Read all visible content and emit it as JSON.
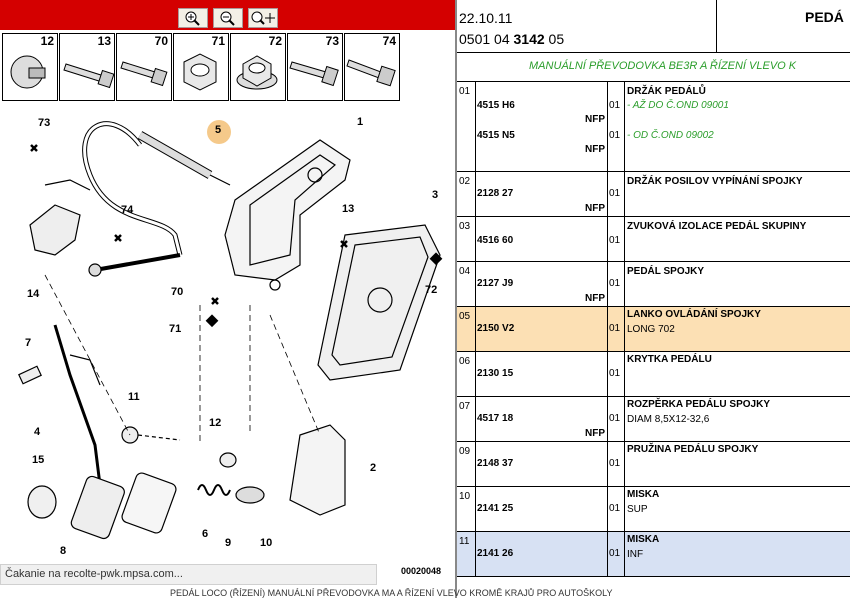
{
  "toolbar": {
    "buttons": [
      "zoom-in-icon",
      "zoom-out-icon",
      "zoom-pan-icon"
    ]
  },
  "parts_strip": [
    {
      "num": "12",
      "icon": "cap-nut-icon"
    },
    {
      "num": "13",
      "icon": "bolt-icon"
    },
    {
      "num": "70",
      "icon": "flange-bolt-icon"
    },
    {
      "num": "71",
      "icon": "hex-nut-icon"
    },
    {
      "num": "72",
      "icon": "flange-nut-icon"
    },
    {
      "num": "73",
      "icon": "bolt-icon"
    },
    {
      "num": "74",
      "icon": "flange-bolt-icon"
    }
  ],
  "diagram": {
    "labels": [
      "73",
      "5",
      "1",
      "74",
      "13",
      "3",
      "14",
      "72",
      "70",
      "71",
      "7",
      "4",
      "11",
      "12",
      "2",
      "15",
      "8",
      "6",
      "9",
      "10"
    ],
    "ref_code": "00020048"
  },
  "status": "Čakanie na recolte-pwk.mpsa.com...",
  "header": {
    "date": "22.10.11",
    "code_prefix": "0501 04",
    "code_bold": "3142",
    "code_suffix": "05",
    "title": "PEDÁ"
  },
  "subtitle": "MANUÁLNÍ PŘEVODOVKA BE3R A ŘÍZENÍ VLEVO K",
  "rows": [
    {
      "idx": "01",
      "refs": [
        {
          "ref": "4515 H6",
          "nfp": "NFP",
          "qty": "01",
          "note": "- AŽ DO Č.OND 09001"
        },
        {
          "ref": "4515 N5",
          "nfp": "NFP",
          "qty": "01",
          "note": "- OD Č.OND 09002"
        }
      ],
      "name": "DRŽÁK PEDÁLŮ",
      "desc": ""
    },
    {
      "idx": "02",
      "refs": [
        {
          "ref": "2128 27",
          "nfp": "NFP",
          "qty": "01",
          "note": ""
        }
      ],
      "name": "DRŽÁK POSILOV VYPÍNÁNÍ SPOJKY",
      "desc": ""
    },
    {
      "idx": "03",
      "refs": [
        {
          "ref": "4516 60",
          "nfp": "",
          "qty": "01",
          "note": ""
        }
      ],
      "name": "ZVUKOVÁ IZOLACE PEDÁL SKUPINY",
      "desc": ""
    },
    {
      "idx": "04",
      "refs": [
        {
          "ref": "2127 J9",
          "nfp": "NFP",
          "qty": "01",
          "note": ""
        }
      ],
      "name": "PEDÁL SPOJKY",
      "desc": ""
    },
    {
      "idx": "05",
      "refs": [
        {
          "ref": "2150 V2",
          "nfp": "",
          "qty": "01",
          "note": ""
        }
      ],
      "name": "LANKO OVLÁDÁNÍ SPOJKY",
      "desc": "LONG 702"
    },
    {
      "idx": "06",
      "refs": [
        {
          "ref": "2130 15",
          "nfp": "",
          "qty": "01",
          "note": ""
        }
      ],
      "name": "KRYTKA PEDÁLU",
      "desc": ""
    },
    {
      "idx": "07",
      "refs": [
        {
          "ref": "4517 18",
          "nfp": "NFP",
          "qty": "01",
          "note": ""
        }
      ],
      "name": "ROZPĚRKA PEDÁLU SPOJKY",
      "desc": "DIAM 8,5X12-32,6"
    },
    {
      "idx": "09",
      "refs": [
        {
          "ref": "2148 37",
          "nfp": "",
          "qty": "01",
          "note": ""
        }
      ],
      "name": "PRUŽINA PEDÁLU SPOJKY",
      "desc": ""
    },
    {
      "idx": "10",
      "refs": [
        {
          "ref": "2141 25",
          "nfp": "",
          "qty": "01",
          "note": ""
        }
      ],
      "name": "MISKA",
      "desc": "SUP"
    },
    {
      "idx": "11",
      "refs": [
        {
          "ref": "2141 26",
          "nfp": "",
          "qty": "01",
          "note": ""
        }
      ],
      "name": "MISKA",
      "desc": "INF"
    }
  ],
  "bottom_strip": "PEDÁL LOCO (ŘÍZENÍ)        MANUÁLNÍ PŘEVODOVKA MA A ŘÍZENÍ VLEVO KROMĚ KRAJŮ PRO AUTOŠKOLY",
  "colors": {
    "toolbar": "#d40000",
    "highlight_row": "#fce0b4",
    "selected_row": "#d7e1f3",
    "subtitle": "#2a9d2a",
    "marker": "#f5c98a"
  }
}
